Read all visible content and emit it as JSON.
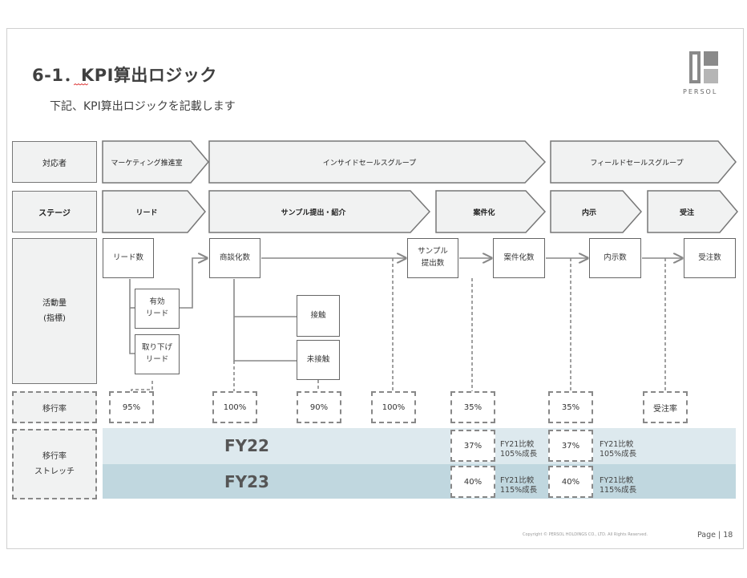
{
  "title": "6-1．KPI算出ロジック",
  "subtitle": "下記、KPI算出ロジックを記載します",
  "logo_text": "PERSOL",
  "row_labels": {
    "target": "対応者",
    "stage": "ステージ",
    "activity_line1": "活動量",
    "activity_line2": "(指標)",
    "transition": "移行率",
    "stretch_line1": "移行率",
    "stretch_line2": "ストレッチ"
  },
  "owners": {
    "marketing": "マーケティング推進室",
    "inside_sales": "インサイドセールスグループ",
    "field_sales": "フィールドセールスグループ"
  },
  "stages": {
    "lead": "リード",
    "sample": "サンプル提出・紹介",
    "project": "案件化",
    "offer": "内示",
    "order": "受注"
  },
  "activities": {
    "lead_count": "リード数",
    "valid_lead_1": "有効",
    "valid_lead_2": "リード",
    "dropped_lead_1": "取り下げ",
    "dropped_lead_2": "リード",
    "meeting_count": "商談化数",
    "contact": "接触",
    "no_contact": "未接触",
    "sample_count_1": "サンプル",
    "sample_count_2": "提出数",
    "project_count": "案件化数",
    "offer_count": "内示数",
    "order_count": "受注数"
  },
  "rates": {
    "r1": "95%",
    "r2": "100%",
    "r3": "90%",
    "r4": "100%",
    "r5": "35%",
    "r6": "35%",
    "r7": "受注率"
  },
  "stretch": {
    "fy22_label": "FY22",
    "fy23_label": "FY23",
    "fy22_rate_a": "37%",
    "fy22_rate_b": "37%",
    "fy23_rate_a": "40%",
    "fy23_rate_b": "40%",
    "fy22_note_a_1": "FY21比較",
    "fy22_note_a_2": "105%成長",
    "fy22_note_b_1": "FY21比較",
    "fy22_note_b_2": "105%成長",
    "fy23_note_a_1": "FY21比較",
    "fy23_note_a_2": "115%成長",
    "fy23_note_b_1": "FY21比較",
    "fy23_note_b_2": "115%成長",
    "fy22_color": "#dde9ee",
    "fy23_color": "#c0d7df"
  },
  "footer": {
    "copyright": "Copyright © PERSOL HOLDINGS CO., LTD. All Rights Reserved.",
    "page": "Page | 18"
  }
}
